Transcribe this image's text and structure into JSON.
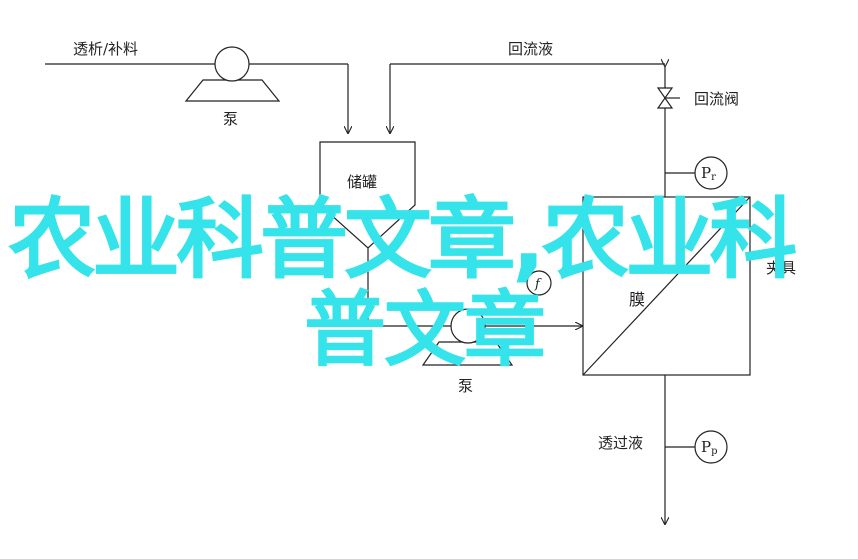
{
  "diagram": {
    "labels": {
      "feed_makeup": "透析/补料",
      "pump_top": "泵",
      "reflux_liquid": "回流液",
      "reflux_valve": "回流阀",
      "storage_tank": "储罐",
      "pressure_r": "P",
      "pressure_r_sub": "r",
      "flow_meter": "f",
      "clamp": "夹具",
      "membrane": "膜",
      "pump_bottom": "泵",
      "permeate": "透过液",
      "pressure_p": "P",
      "pressure_p_sub": "p"
    }
  },
  "watermark": {
    "line1": "农业科普文章,农业科",
    "line2": "普文章",
    "color": "#35e3ea"
  }
}
